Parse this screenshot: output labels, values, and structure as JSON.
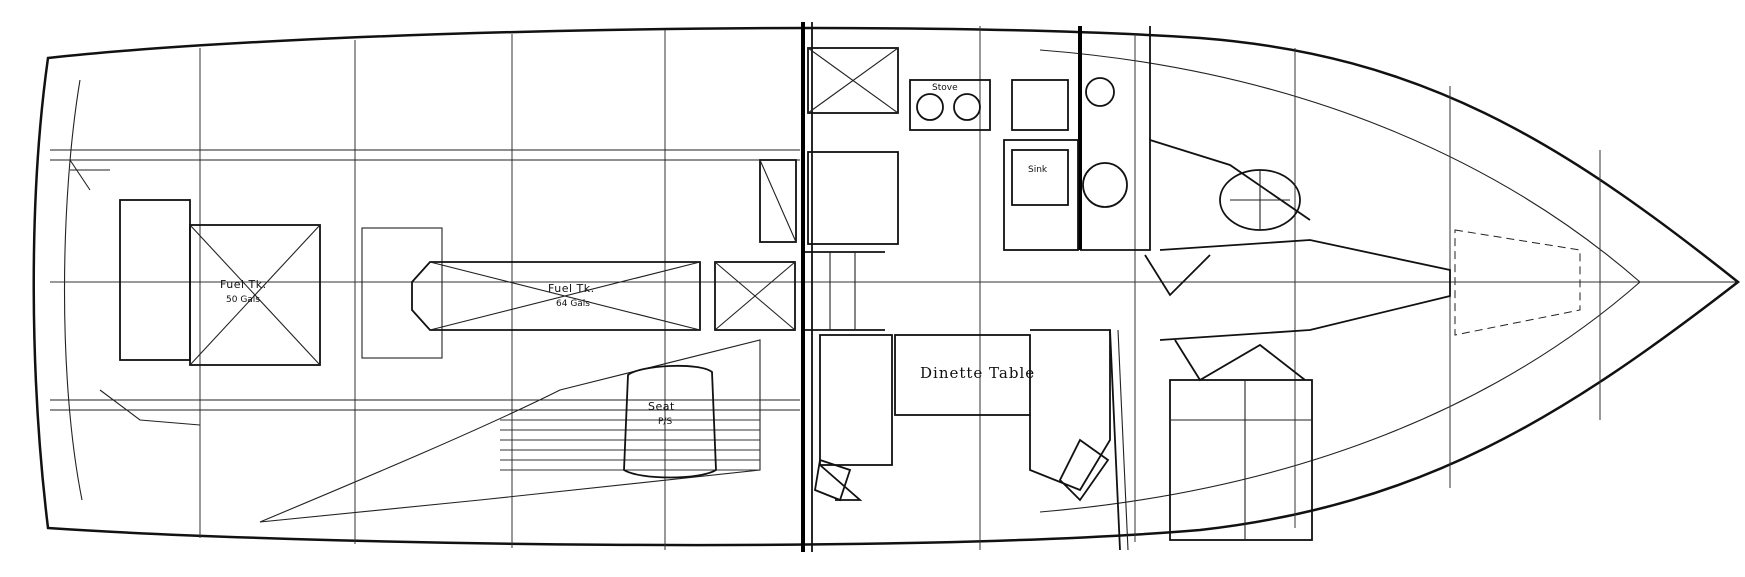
{
  "plan": {
    "labels": {
      "dinette_table": "Dinette Table",
      "seat": "Seat",
      "seat_sub": "P/S",
      "fuel_tank_port": "Fuel Tk.",
      "fuel_tank_port_cap": "50 Gals",
      "fuel_tank_center": "Fuel Tk.",
      "fuel_tank_center_cap": "64 Gals",
      "sink": "Sink",
      "stove": "Stove"
    }
  }
}
